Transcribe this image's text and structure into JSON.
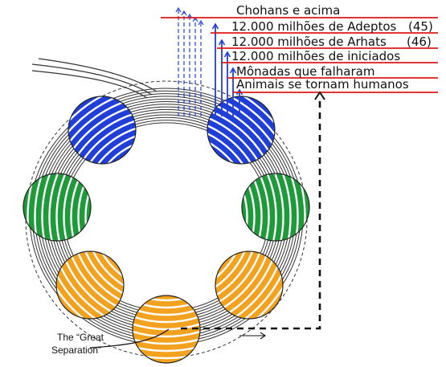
{
  "labels": {
    "chohans": "Chohans e acima",
    "adeptos": "12.000 milhões de Adeptos",
    "adeptos_num": "(45)",
    "arhats": "12.000 milhões de Arhats",
    "arhats_num": "(46)",
    "iniciados": "12.000 milhões de iniciados",
    "monadas": "Mônadas que falharam",
    "animais": "Animais se tornam humanos"
  },
  "caption": {
    "line1": "The “Great",
    "line2": "Separation”"
  },
  "colors": {
    "blue": "#1f3fd8",
    "green": "#1f9a3a",
    "orange": "#f3a21f",
    "red": "#e01818",
    "ring": "#333333"
  }
}
